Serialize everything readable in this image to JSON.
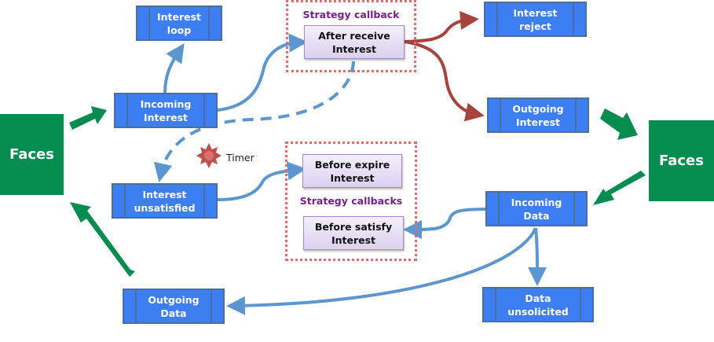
{
  "colors": {
    "process_box": "#3d7ef2",
    "faces": "#058c4f",
    "flow_arrow": "#5b96cf",
    "strategy_arrow": "#a8423c",
    "callback_label": "#7b1f8c",
    "dotted_border": "#e06b6b",
    "timer": "#c0504d"
  },
  "faces_left": {
    "label": "Faces"
  },
  "faces_right": {
    "label": "Faces"
  },
  "nodes": {
    "interest_loop": "Interest\nloop",
    "incoming_interest": "Incoming\nInterest",
    "interest_reject": "Interest\nreject",
    "outgoing_interest": "Outgoing\nInterest",
    "interest_unsatisfied": "Interest\nunsatisfied",
    "incoming_data": "Incoming\nData",
    "outgoing_data": "Outgoing\nData",
    "data_unsolicited": "Data\nunsolicited"
  },
  "callbacks": {
    "group_top_label": "Strategy callback",
    "after_receive_interest": "After receive\nInterest",
    "group_bottom_label": "Strategy callbacks",
    "before_expire_interest": "Before expire\nInterest",
    "before_satisfy_interest": "Before satisfy\nInterest"
  },
  "timer": {
    "label": "Timer",
    "icon": "starburst-icon"
  }
}
